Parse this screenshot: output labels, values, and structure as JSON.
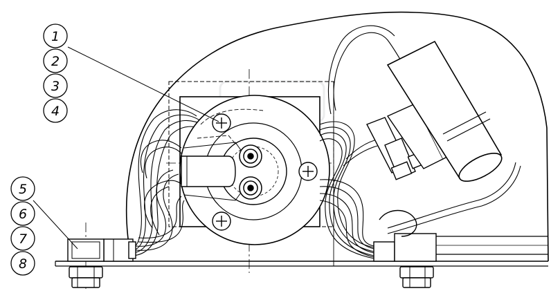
{
  "diagram": {
    "callouts": [
      {
        "id": "c1",
        "label": "1"
      },
      {
        "id": "c2",
        "label": "2"
      },
      {
        "id": "c3",
        "label": "3"
      },
      {
        "id": "c4",
        "label": "4"
      },
      {
        "id": "c5",
        "label": "5"
      },
      {
        "id": "c6",
        "label": "6"
      },
      {
        "id": "c7",
        "label": "7"
      },
      {
        "id": "c8",
        "label": "8"
      }
    ],
    "colors": {
      "ink": "#000000",
      "background": "#ffffff",
      "watermark": "#9aa0a6"
    }
  }
}
